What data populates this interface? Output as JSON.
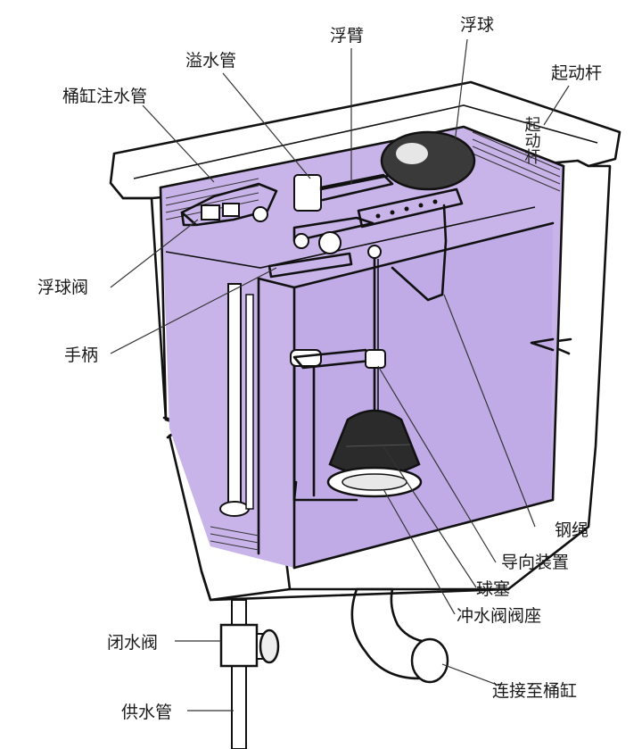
{
  "labels": {
    "fill_tube": "桶缸注水管",
    "overflow_tube": "溢水管",
    "float_arm": "浮臂",
    "float_ball": "浮球",
    "lift_rod": "起动杆",
    "lift_rod_vertical": "起动杆",
    "ballcock": "浮球阀",
    "handle": "手柄",
    "lift_wire": "钢绳",
    "guide": "导向装置",
    "flapper_ball": "球塞",
    "valve_seat": "冲水阀阀座",
    "to_bowl": "连接至桶缸",
    "shutoff_valve": "闭水阀",
    "supply_pipe": "供水管"
  },
  "colors": {
    "water": "#c9b4ea",
    "water_dark": "#b39ddf",
    "tank_wall": "#ffffff",
    "ink": "#111111",
    "rubber": "#2b2b2b"
  }
}
